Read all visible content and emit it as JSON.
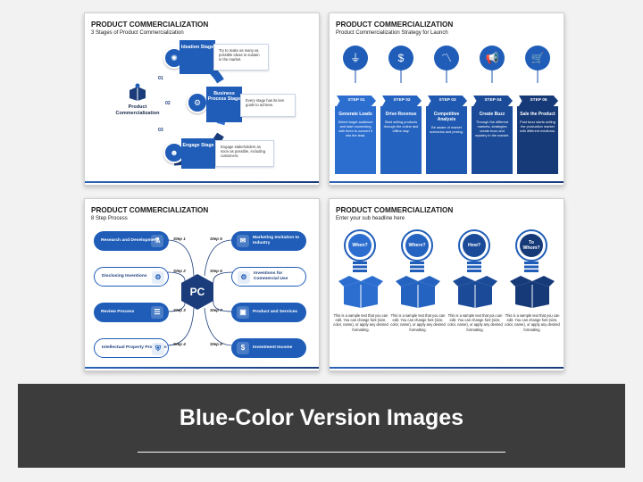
{
  "colors": {
    "blue": "#1f5db8",
    "navy": "#1a3c7a",
    "mid": "#2c6ed0",
    "banner_bg": "#3c3c3c"
  },
  "slide1": {
    "title": "PRODUCT COMMERCIALIZATION",
    "subtitle": "3 Stages of Product Commercialization",
    "hub_label": "Product Commercialization",
    "stages": [
      {
        "num": "01",
        "name": "Ideation Stage",
        "desc": "Try to make as many as possible ideas to sustain in the market.",
        "icon": "lightbulb-icon"
      },
      {
        "num": "02",
        "name": "Business Process Stage",
        "desc": "Every stage has its ken goals to achieve.",
        "icon": "process-icon"
      },
      {
        "num": "03",
        "name": "Engage Stage",
        "desc": "Engage stakeholders as soon as possible, including customers.",
        "icon": "people-icon"
      }
    ]
  },
  "slide2": {
    "title": "PRODUCT COMMERCIALIZATION",
    "subtitle": "Product Commercialization Strategy for Launch",
    "steps": [
      {
        "step": "STEP 01",
        "head": "Generate Leads",
        "desc": "Select target audience and start connecting with them to convert it into the lead.",
        "icon": "funnel-icon"
      },
      {
        "step": "STEP 02",
        "head": "Drive Revenue",
        "desc": "Start selling products through the online and offline way.",
        "icon": "dollar-icon"
      },
      {
        "step": "STEP 03",
        "head": "Competitive Analysis",
        "desc": "Be aware of market scenarios and pricing.",
        "icon": "chart-icon"
      },
      {
        "step": "STEP 04",
        "head": "Create Buzz",
        "desc": "Through the different markets, strategies create buzz and mystery in the market.",
        "icon": "megaphone-icon"
      },
      {
        "step": "STEP 05",
        "head": "Sale the Product",
        "desc": "Post buzz starts selling the production market with different mediums.",
        "icon": "cart-icon"
      }
    ]
  },
  "slide3": {
    "title": "PRODUCT COMMERCIALIZATION",
    "subtitle": "8 Step Process",
    "center": "PC",
    "left": [
      {
        "label": "Research and Development",
        "step": "Step 1"
      },
      {
        "label": "Disclosing Inventions",
        "step": "Step 2"
      },
      {
        "label": "Review Process",
        "step": "Step 3"
      },
      {
        "label": "Intellectual Property Protection",
        "step": "Step 4"
      }
    ],
    "right": [
      {
        "label": "Marketing Invitation to Industry",
        "step": "Step 5"
      },
      {
        "label": "Inventions for Commercial Use",
        "step": "Step 6"
      },
      {
        "label": "Product and Services",
        "step": "Step 7"
      },
      {
        "label": "Investment Income",
        "step": "Step 8"
      }
    ]
  },
  "slide4": {
    "title": "PRODUCT COMMERCIALIZATION",
    "subtitle": "Enter your sub headline here",
    "items": [
      {
        "q": "When?",
        "desc": "This is a sample text that you can edit. You can change font (size, color, name), or apply any desired formatting."
      },
      {
        "q": "Where?",
        "desc": "This is a sample text that you can edit. You can change font (size, color, name), or apply any desired formatting."
      },
      {
        "q": "How?",
        "desc": "This is a sample text that you can edit. You can change font (size, color, name), or apply any desired formatting."
      },
      {
        "q": "To Whom?",
        "desc": "This is a sample text that you can edit. You can change font (size, color, name), or apply any desired formatting."
      }
    ]
  },
  "banner": {
    "title": "Blue-Color Version Images"
  }
}
